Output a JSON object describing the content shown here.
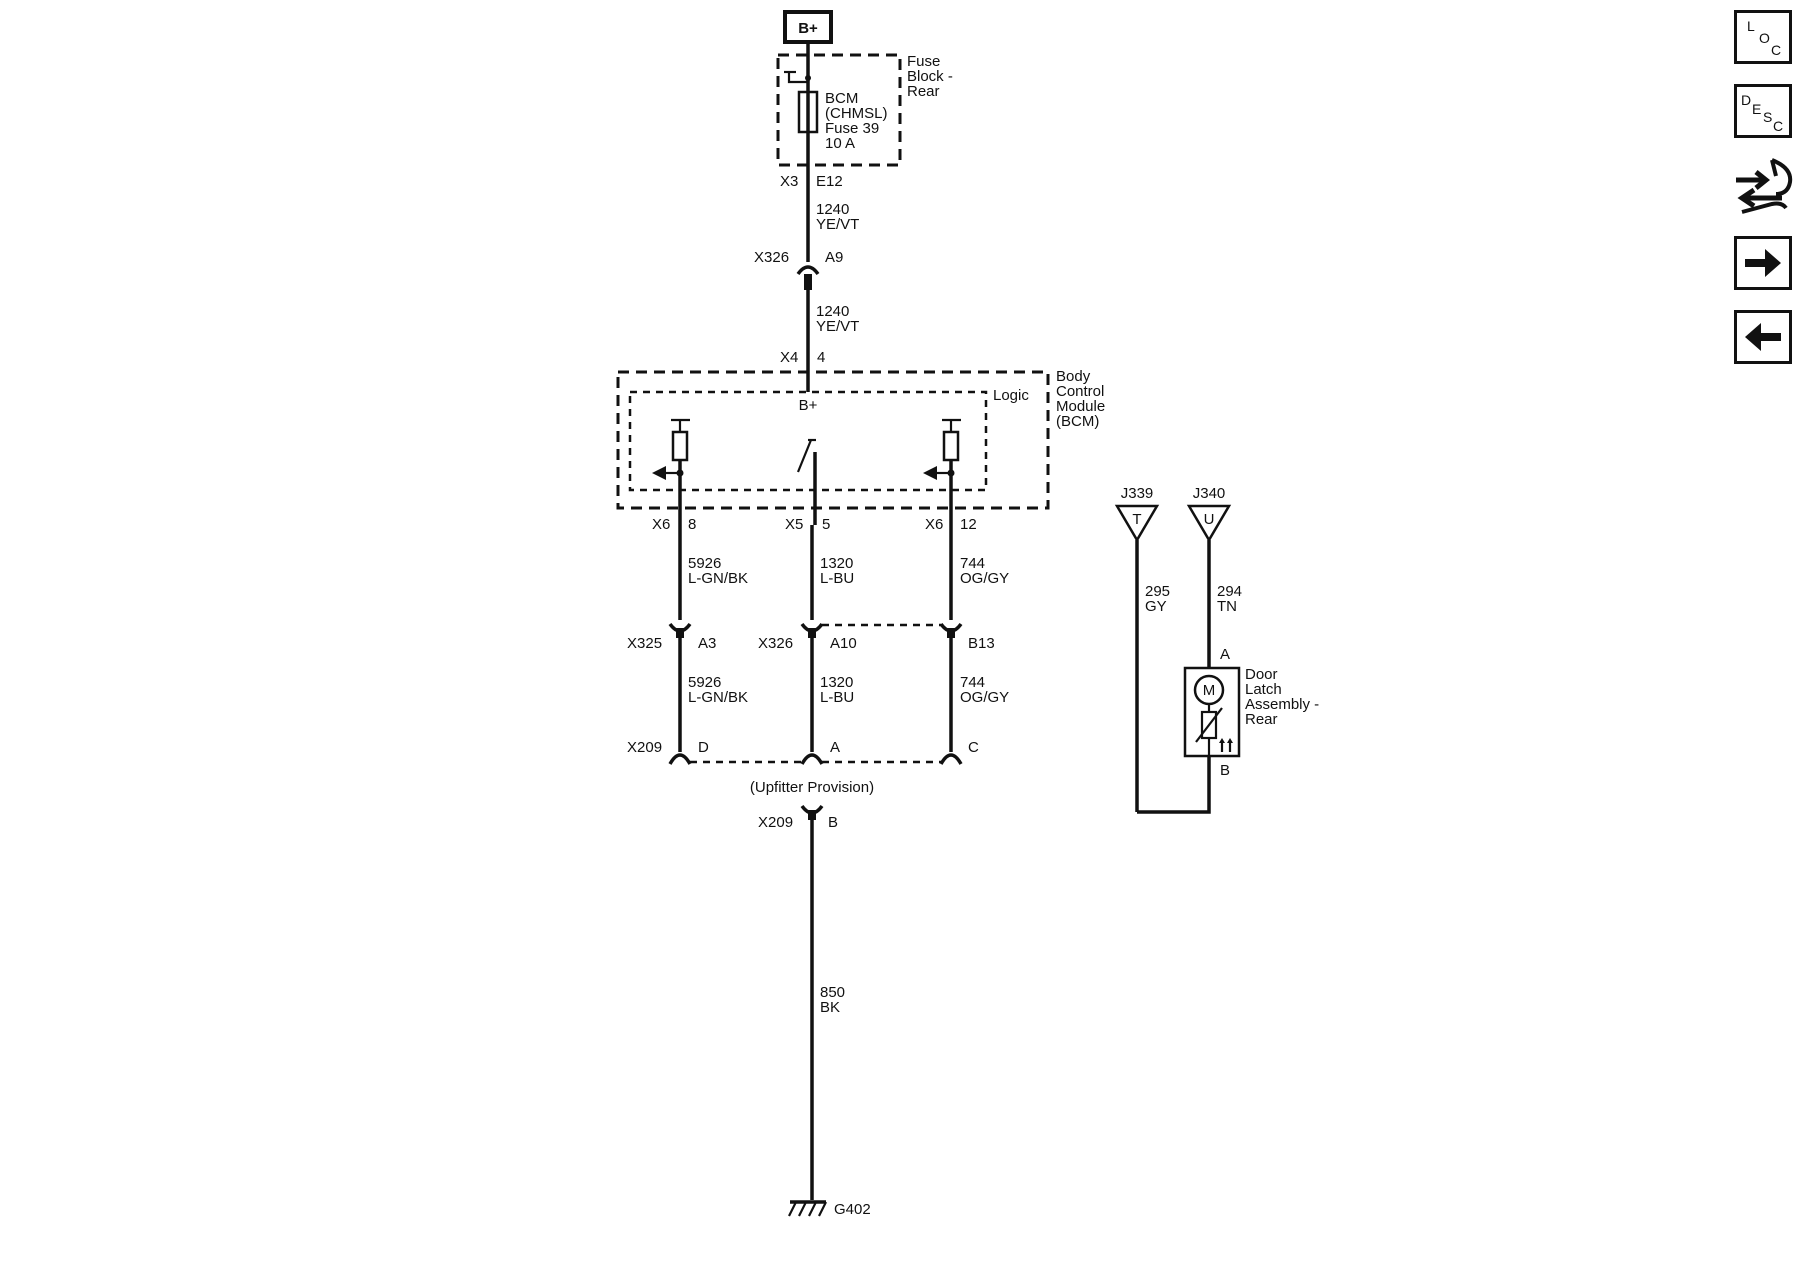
{
  "power": {
    "bplus": "B+"
  },
  "fuse_block": {
    "name_lines": [
      "Fuse",
      "Block -",
      "Rear"
    ],
    "fuse_lines": [
      "BCM",
      "(CHMSL)",
      "Fuse 39",
      "10 A"
    ],
    "conn": "X3",
    "pin": "E12"
  },
  "wire_1240": {
    "circuit": "1240",
    "color": "YE/VT"
  },
  "conn_x326_a9": {
    "conn": "X326",
    "pin": "A9"
  },
  "bcm": {
    "conn": "X4",
    "pin": "4",
    "name_lines": [
      "Body",
      "Control",
      "Module",
      "(BCM)"
    ],
    "logic": "Logic",
    "bplus": "B+"
  },
  "outputs": [
    {
      "conn": "X6",
      "pin": "8",
      "circuit": "5926",
      "color": "L-GN/BK",
      "inline_conn": "X325",
      "inline_pin": "A3",
      "x209_pin": "D"
    },
    {
      "conn": "X5",
      "pin": "5",
      "circuit": "1320",
      "color": "L-BU",
      "inline_conn": "X326",
      "inline_pin": "A10",
      "x209_pin": "A"
    },
    {
      "conn": "X6",
      "pin": "12",
      "circuit": "744",
      "color": "OG/GY",
      "inline_conn": "",
      "inline_pin": "B13",
      "x209_pin": "C"
    }
  ],
  "x209_label": "X209",
  "upfitter": "(Upfitter Provision)",
  "x209_b": {
    "conn": "X209",
    "pin": "B"
  },
  "ground_wire": {
    "circuit": "850",
    "color": "BK"
  },
  "ground": "G402",
  "door_latch": {
    "j339": {
      "id": "J339",
      "letter": "T",
      "circuit": "295",
      "color": "GY"
    },
    "j340": {
      "id": "J340",
      "letter": "U",
      "circuit": "294",
      "color": "TN"
    },
    "pin_a": "A",
    "pin_b": "B",
    "motor": "M",
    "name_lines": [
      "Door",
      "Latch",
      "Assembly -",
      "Rear"
    ]
  },
  "nav": {
    "loc": [
      "L",
      "O",
      "C"
    ],
    "desc": [
      "D",
      "E",
      "S",
      "C"
    ]
  }
}
